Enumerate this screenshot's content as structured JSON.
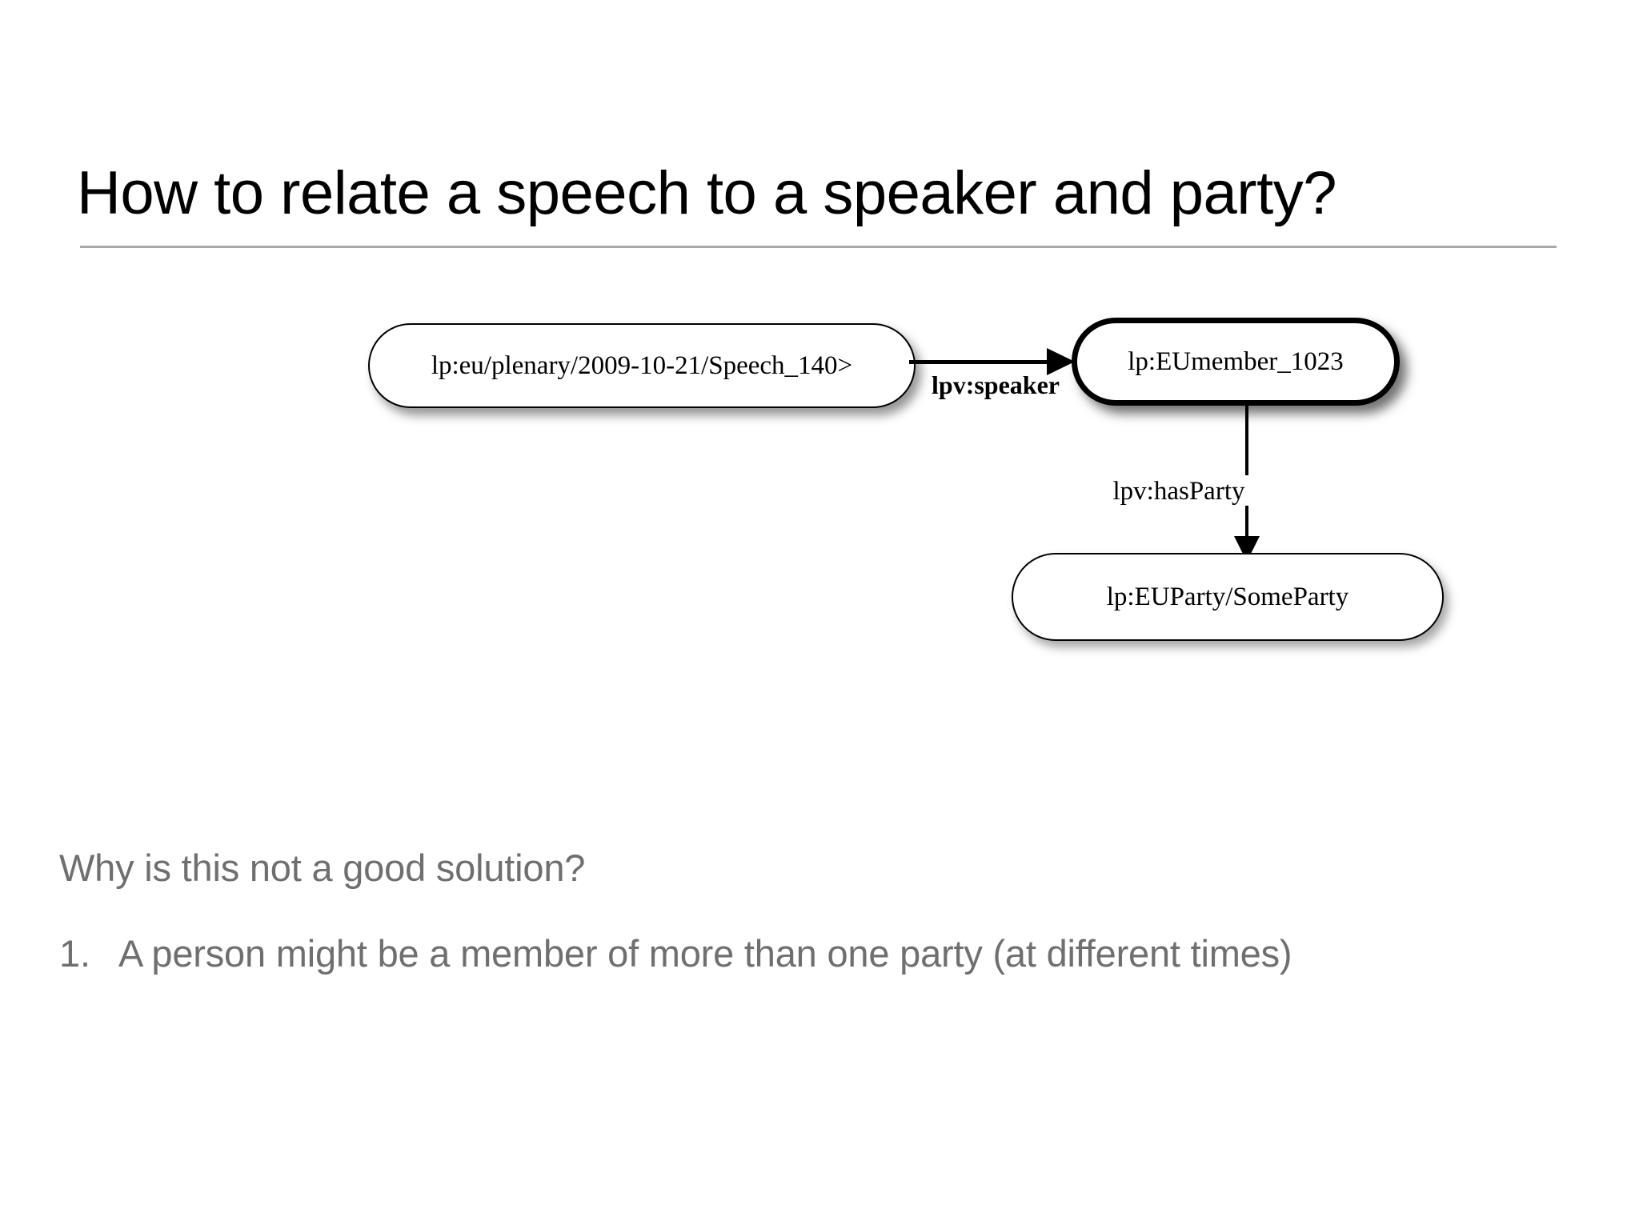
{
  "slide": {
    "title": "How to relate a speech to a speaker and party?",
    "background_color": "#ffffff",
    "rule_color": "#a8a8a8",
    "body_text_color": "#6f6f6f"
  },
  "diagram": {
    "type": "rdf-graph",
    "nodes": [
      {
        "id": "speech",
        "label": "lp:eu/plenary/2009-10-21/Speech_140>",
        "border": "normal"
      },
      {
        "id": "member",
        "label": "lp:EUmember_1023",
        "border": "thick"
      },
      {
        "id": "party",
        "label": "lp:EUParty/SomeParty",
        "border": "thin"
      }
    ],
    "edges": [
      {
        "id": "speaker",
        "label": "lpv:speaker",
        "from": "speech",
        "to": "member",
        "direction": "right",
        "bold_label": true
      },
      {
        "id": "hasParty",
        "label": "lpv:hasParty",
        "from": "member",
        "to": "party",
        "direction": "down",
        "bold_label": false
      }
    ]
  },
  "body": {
    "question": "Why is this not a good solution?",
    "items": [
      {
        "marker": "1.",
        "text": "A person might be a member of more than one party (at different times)"
      }
    ]
  }
}
